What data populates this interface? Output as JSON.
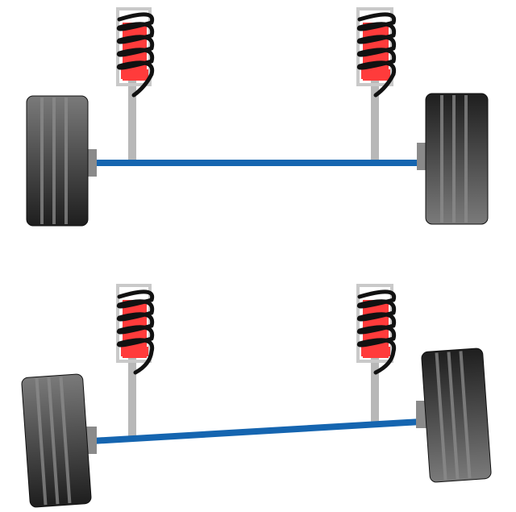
{
  "diagram": {
    "colors": {
      "axle": "#1565b0",
      "strut": "#b8b8b8",
      "hub": "#8a8a8a",
      "spring_coil": "#111111",
      "damper_body": "#ff3b3b",
      "damper_frame": "#c9c9c9",
      "tire_dark": "#1e1e1e",
      "tire_light": "#7a7a7a",
      "tread": "#8c8c8c"
    },
    "panels": [
      {
        "name": "level-suspension",
        "description_state": "level"
      },
      {
        "name": "articulated-suspension",
        "description_state": "tilted"
      }
    ]
  }
}
